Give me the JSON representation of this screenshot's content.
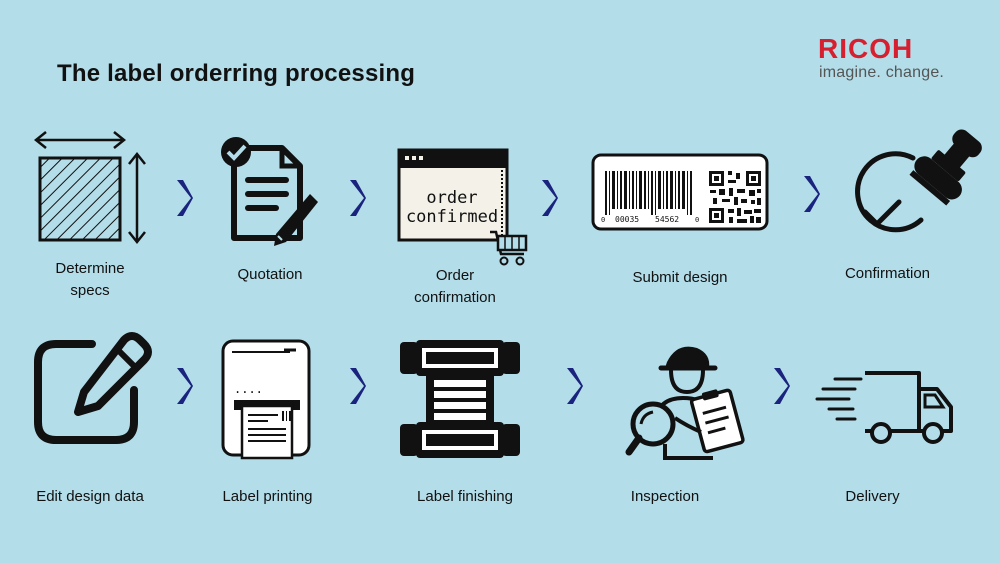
{
  "title": "The label orderring processing",
  "brand": {
    "name": "RICOH",
    "tagline": "imagine. change."
  },
  "steps": [
    {
      "label": "Determine\nspecs",
      "icon": "dimensions-icon"
    },
    {
      "label": "Quotation",
      "icon": "document-edit-icon"
    },
    {
      "label": "Order\nconfirmation",
      "icon": "order-window-icon"
    },
    {
      "label": "Submit design",
      "icon": "barcode-label-icon"
    },
    {
      "label": "Confirmation",
      "icon": "approval-stamp-icon"
    },
    {
      "label": "Edit design data",
      "icon": "edit-icon"
    },
    {
      "label": "Label printing",
      "icon": "label-printer-icon"
    },
    {
      "label": "Label finishing",
      "icon": "label-roll-icon"
    },
    {
      "label": "Inspection",
      "icon": "inspector-icon"
    },
    {
      "label": "Delivery",
      "icon": "delivery-truck-icon"
    }
  ],
  "order_window_text": [
    "order",
    "confirmed"
  ],
  "barcode_digits": [
    "0",
    "00035",
    "54562",
    "0"
  ],
  "printer_dots": "....",
  "colors": {
    "background": "#b3dde9",
    "arrow": "#1a237e",
    "brand": "#d6202f",
    "icon": "#111111"
  }
}
